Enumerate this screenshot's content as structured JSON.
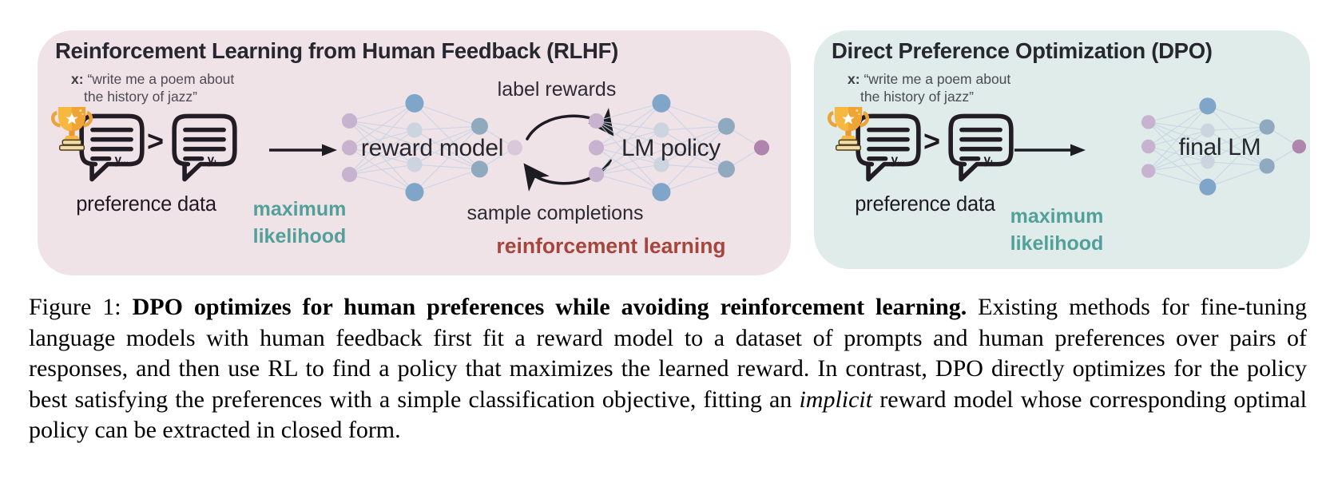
{
  "colors": {
    "rlhf_panel_bg": "#f0e3e7",
    "dpo_panel_bg": "#dfecea",
    "title_text": "#272730",
    "teal_accent": "#53a09a",
    "red_accent": "#a6453c",
    "node_lavender": "#c7b3cf",
    "node_blue": "#7fa6c9",
    "node_pale": "#cbd4df",
    "node_slate": "#8fa9bf",
    "node_output_purple": "#b085ad",
    "trophy_gold": "#f5b33d"
  },
  "rlhf_panel": {
    "title": "Reinforcement Learning from Human Feedback (RLHF)",
    "prompt": {
      "prefix": "x:",
      "line1": "“write me a poem about",
      "line2": "the history of jazz”"
    },
    "preference": {
      "chosen": {
        "base": "y",
        "sub": "w"
      },
      "rejected": {
        "base": "y",
        "sub": "l"
      },
      "comparator": ">",
      "caption": "preference data"
    },
    "max_likelihood": {
      "line1": "maximum",
      "line2": "likelihood"
    },
    "reward_model_label": "reward model",
    "lm_policy_label": "LM policy",
    "label_rewards": "label rewards",
    "sample_completions": "sample completions",
    "reinforcement_learning": "reinforcement learning"
  },
  "dpo_panel": {
    "title": "Direct Preference Optimization (DPO)",
    "prompt": {
      "prefix": "x:",
      "line1": "“write me a poem about",
      "line2": "the history of jazz”"
    },
    "preference": {
      "chosen": {
        "base": "y",
        "sub": "w"
      },
      "rejected": {
        "base": "y",
        "sub": "l"
      },
      "comparator": ">",
      "caption": "preference data"
    },
    "max_likelihood": {
      "line1": "maximum",
      "line2": "likelihood"
    },
    "final_lm_label": "final LM"
  },
  "caption": {
    "prefix": "Figure 1: ",
    "bold": "DPO optimizes for human preferences while avoiding reinforcement learning.",
    "body1": " Existing methods for fine-tuning language models with human feedback first fit a reward model to a dataset of prompts and human preferences over pairs of responses, and then use RL to find a policy that maximizes the learned reward. In contrast, DPO directly optimizes for the policy best satisfying the preferences with a simple classification objective, fitting an ",
    "italic": "implicit",
    "body2": " reward model whose corresponding optimal policy can be extracted in closed form."
  }
}
